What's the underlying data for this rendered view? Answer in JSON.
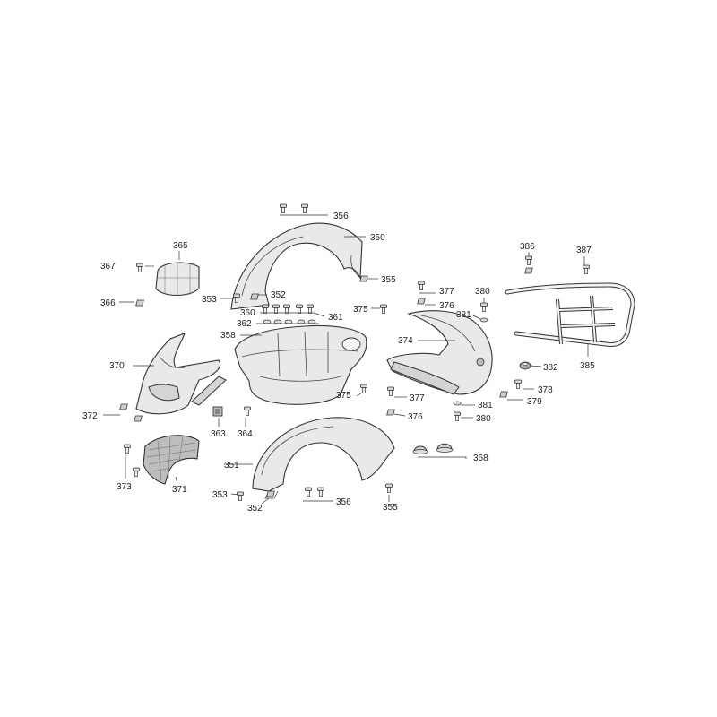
{
  "labels": {
    "p350": "350",
    "p351": "351",
    "p352a": "352",
    "p352b": "352",
    "p353a": "353",
    "p353b": "353",
    "p355a": "355",
    "p355b": "355",
    "p356a": "356",
    "p356b": "356",
    "p358": "358",
    "p360": "360",
    "p361": "361",
    "p362": "362",
    "p363": "363",
    "p364": "364",
    "p365": "365",
    "p366": "366",
    "p367": "367",
    "p368": "368",
    "p370": "370",
    "p371": "371",
    "p372": "372",
    "p373": "373",
    "p374": "374",
    "p375a": "375",
    "p375b": "375",
    "p376a": "376",
    "p376b": "376",
    "p377a": "377",
    "p377b": "377",
    "p378": "378",
    "p379": "379",
    "p380a": "380",
    "p380b": "380",
    "p381a": "381",
    "p381b": "381",
    "p382": "382",
    "p385": "385",
    "p386": "386",
    "p387": "387"
  }
}
